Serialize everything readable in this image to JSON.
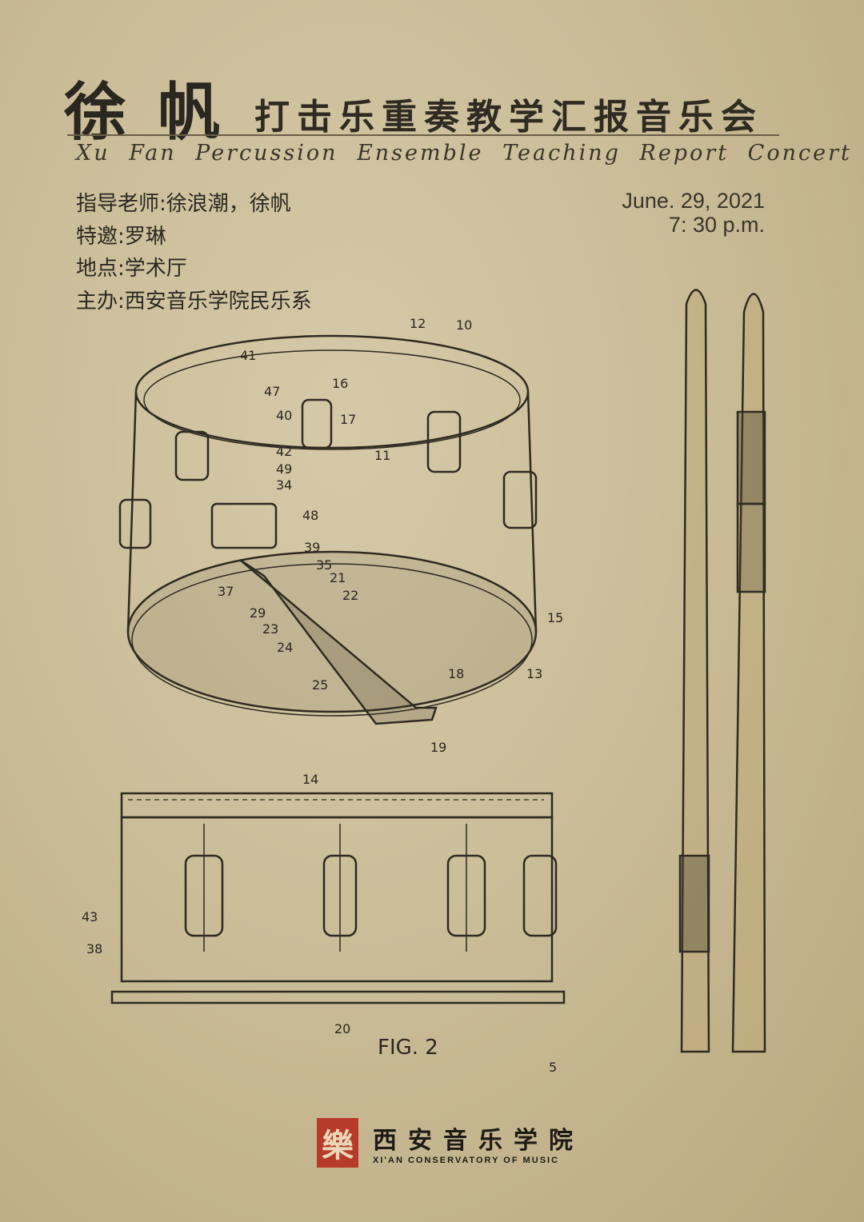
{
  "header": {
    "title_name": "徐 帆",
    "title_rest": "打击乐重奏教学汇报音乐会",
    "title_en": "Xu Fan Percussion Ensemble Teaching Report Concert"
  },
  "info": {
    "teachers": "指导老师:徐浪潮，徐帆",
    "guest": "特邀:罗琳",
    "venue": "地点:学术厅",
    "host": "主办:西安音乐学院民乐系"
  },
  "datetime": {
    "date": "June. 29, 2021",
    "time": "7:  30 p.m."
  },
  "drawing": {
    "figure_label": "FIG. 2",
    "part_labels": [
      "12",
      "10",
      "41",
      "47",
      "40",
      "16",
      "17",
      "42",
      "49",
      "34",
      "48",
      "11",
      "15",
      "13",
      "39",
      "35",
      "21",
      "22",
      "23",
      "24",
      "25",
      "37",
      "29",
      "18",
      "19",
      "14",
      "43",
      "38",
      "20",
      "5"
    ]
  },
  "footer": {
    "logo_glyph": "樂",
    "name_cn": "西安音乐学院",
    "name_en": "XI'AN CONSERVATORY OF MUSIC"
  },
  "colors": {
    "paper": "#cbbd98",
    "ink": "#2e2a22",
    "logo_red": "#b83a2a"
  }
}
